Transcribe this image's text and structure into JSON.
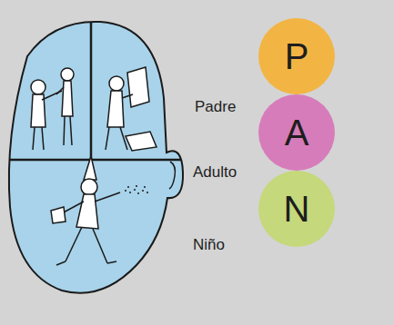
{
  "diagram": {
    "nodes": [
      {
        "text": [
          "P"
        ]
      },
      {
        "text": [
          "A"
        ]
      },
      {
        "text": [
          "N"
        ]
      }
    ],
    "labels": [
      "Padre",
      "Adulto",
      "Niño"
    ]
  }
}
